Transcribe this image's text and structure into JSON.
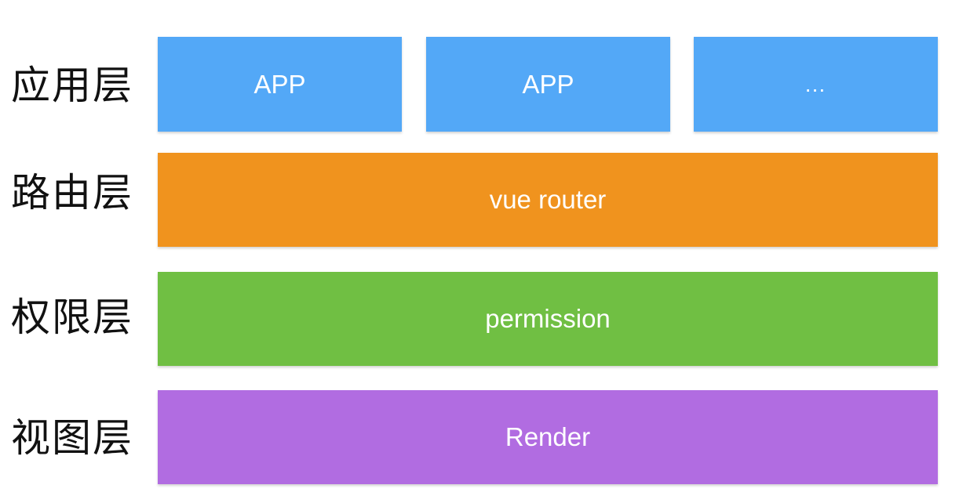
{
  "layers": {
    "app": {
      "label": "应用层",
      "boxes": [
        "APP",
        "APP",
        "…"
      ],
      "color": "#53a8f7"
    },
    "router": {
      "label": "路由层",
      "box": "vue router",
      "color": "#f0931e"
    },
    "permission": {
      "label": "权限层",
      "box": "permission",
      "color": "#70bf43"
    },
    "view": {
      "label": "视图层",
      "box": "Render",
      "color": "#b16ce1"
    }
  }
}
